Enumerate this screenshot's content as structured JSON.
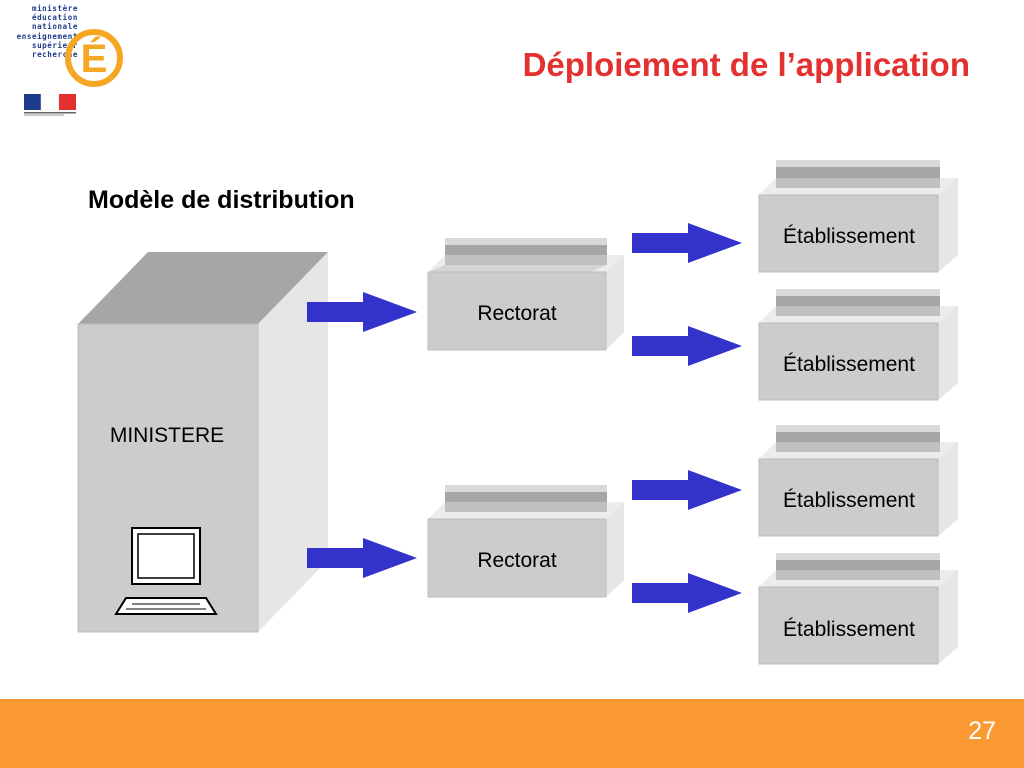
{
  "title": "Déploiement de l’application",
  "subtitle": "Modèle de distribution",
  "logo": {
    "lines": [
      "ministère",
      "éducation",
      "nationale",
      "enseignement",
      "supérieur",
      "recherche"
    ],
    "letter": "É"
  },
  "diagram": {
    "ministere_label": "MINISTERE",
    "rectorats": [
      {
        "label": "Rectorat",
        "etablissements": [
          "Établissement",
          "Établissement"
        ]
      },
      {
        "label": "Rectorat",
        "etablissements": [
          "Établissement",
          "Établissement"
        ]
      }
    ]
  },
  "colors": {
    "title": "#e53030",
    "arrow": "#3333cc",
    "box_front": "#cccccc",
    "box_top": "#a6a6a6",
    "box_side": "#e8e8e8",
    "footer": "#fb9a33"
  },
  "footer": {
    "page_number": "27"
  }
}
